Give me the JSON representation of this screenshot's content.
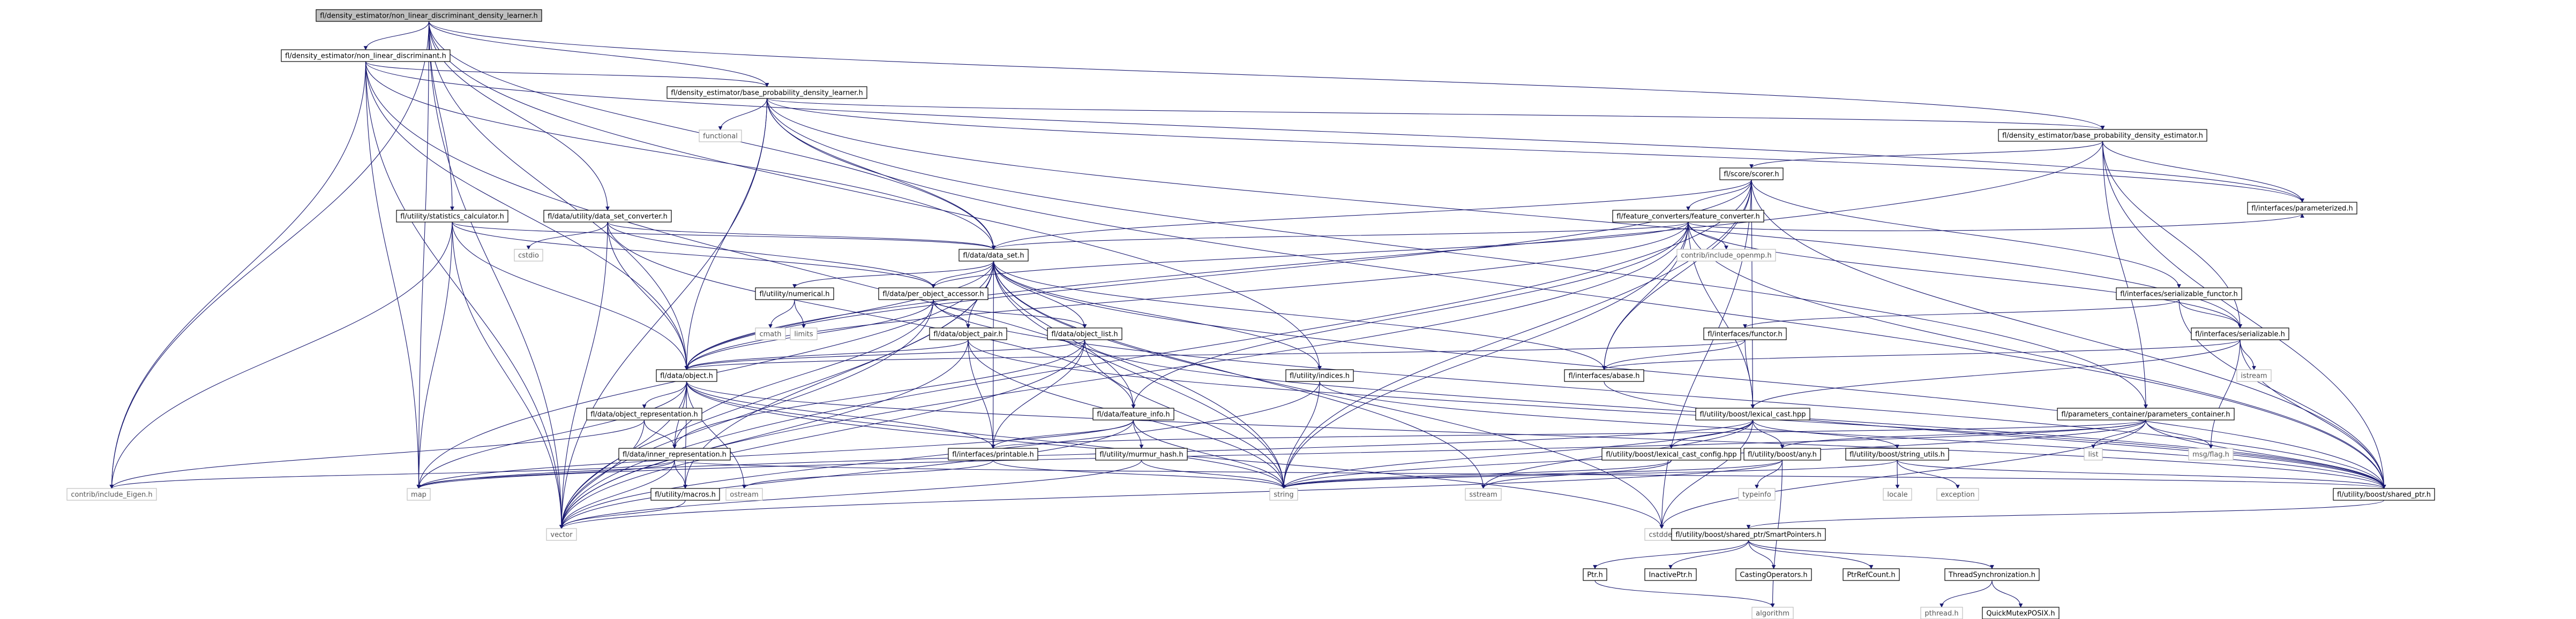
{
  "title": "fl/density_estimator/non_linear_discriminant_density_learner.h",
  "colors": {
    "edge": "#191970",
    "root_fill": "#bfbfbf",
    "node_border": "#000000",
    "external_border": "#bfbfbf"
  },
  "nodes": [
    {
      "id": "root",
      "label": "fl/density_estimator/non_linear_discriminant_density_learner.h",
      "kind": "root"
    },
    {
      "id": "nld",
      "label": "fl/density_estimator/non_linear_discriminant.h",
      "kind": "file"
    },
    {
      "id": "bpdl",
      "label": "fl/density_estimator/base_probability_density_learner.h",
      "kind": "file"
    },
    {
      "id": "bpde",
      "label": "fl/density_estimator/base_probability_density_estimator.h",
      "kind": "file"
    },
    {
      "id": "functional",
      "label": "functional",
      "kind": "external"
    },
    {
      "id": "scorer",
      "label": "fl/score/scorer.h",
      "kind": "file"
    },
    {
      "id": "statcalc",
      "label": "fl/utility/statistics_calculator.h",
      "kind": "file"
    },
    {
      "id": "dsconv",
      "label": "fl/data/utility/data_set_converter.h",
      "kind": "file"
    },
    {
      "id": "featconv",
      "label": "fl/feature_converters/feature_converter.h",
      "kind": "file"
    },
    {
      "id": "cstdio",
      "label": "cstdio",
      "kind": "external"
    },
    {
      "id": "dataset",
      "label": "fl/data/data_set.h",
      "kind": "file"
    },
    {
      "id": "openmp",
      "label": "contrib/include_openmp.h",
      "kind": "external"
    },
    {
      "id": "parameterized",
      "label": "fl/interfaces/parameterized.h",
      "kind": "file"
    },
    {
      "id": "numerical",
      "label": "fl/utility/numerical.h",
      "kind": "file"
    },
    {
      "id": "peraccessor",
      "label": "fl/data/per_object_accessor.h",
      "kind": "file"
    },
    {
      "id": "serfunctor",
      "label": "fl/interfaces/serializable_functor.h",
      "kind": "file"
    },
    {
      "id": "cmath",
      "label": "cmath",
      "kind": "external"
    },
    {
      "id": "limits",
      "label": "limits",
      "kind": "external"
    },
    {
      "id": "objpair",
      "label": "fl/data/object_pair.h",
      "kind": "file"
    },
    {
      "id": "objlist",
      "label": "fl/data/object_list.h",
      "kind": "file"
    },
    {
      "id": "functor",
      "label": "fl/interfaces/functor.h",
      "kind": "file"
    },
    {
      "id": "serializable",
      "label": "fl/interfaces/serializable.h",
      "kind": "file"
    },
    {
      "id": "object",
      "label": "fl/data/object.h",
      "kind": "file"
    },
    {
      "id": "indices",
      "label": "fl/utility/indices.h",
      "kind": "file"
    },
    {
      "id": "abase",
      "label": "fl/interfaces/abase.h",
      "kind": "file"
    },
    {
      "id": "istream",
      "label": "istream",
      "kind": "external"
    },
    {
      "id": "objrep",
      "label": "fl/data/object_representation.h",
      "kind": "file"
    },
    {
      "id": "featinfo",
      "label": "fl/data/feature_info.h",
      "kind": "file"
    },
    {
      "id": "lexcast",
      "label": "fl/utility/boost/lexical_cast.hpp",
      "kind": "file"
    },
    {
      "id": "paramcont",
      "label": "fl/parameters_container/parameters_container.h",
      "kind": "file"
    },
    {
      "id": "innerrep",
      "label": "fl/data/inner_representation.h",
      "kind": "file"
    },
    {
      "id": "printable",
      "label": "fl/interfaces/printable.h",
      "kind": "file"
    },
    {
      "id": "murmur",
      "label": "fl/utility/murmur_hash.h",
      "kind": "file"
    },
    {
      "id": "lexcfg",
      "label": "fl/utility/boost/lexical_cast_config.hpp",
      "kind": "file"
    },
    {
      "id": "any",
      "label": "fl/utility/boost/any.h",
      "kind": "file"
    },
    {
      "id": "strutils",
      "label": "fl/utility/boost/string_utils.h",
      "kind": "file"
    },
    {
      "id": "list",
      "label": "list",
      "kind": "external"
    },
    {
      "id": "msgflag",
      "label": "msg/flag.h",
      "kind": "external"
    },
    {
      "id": "eigen",
      "label": "contrib/include_Eigen.h",
      "kind": "external"
    },
    {
      "id": "map",
      "label": "map",
      "kind": "external"
    },
    {
      "id": "macros",
      "label": "fl/utility/macros.h",
      "kind": "file"
    },
    {
      "id": "ostream",
      "label": "ostream",
      "kind": "external"
    },
    {
      "id": "string",
      "label": "string",
      "kind": "external"
    },
    {
      "id": "sstream",
      "label": "sstream",
      "kind": "external"
    },
    {
      "id": "typeinfo",
      "label": "typeinfo",
      "kind": "external"
    },
    {
      "id": "locale",
      "label": "locale",
      "kind": "external"
    },
    {
      "id": "exception",
      "label": "exception",
      "kind": "external"
    },
    {
      "id": "sharedptr",
      "label": "fl/utility/boost/shared_ptr.h",
      "kind": "file"
    },
    {
      "id": "vector",
      "label": "vector",
      "kind": "external"
    },
    {
      "id": "cstddef",
      "label": "cstddef",
      "kind": "external"
    },
    {
      "id": "smartptrs",
      "label": "fl/utility/boost/shared_ptr/SmartPointers.h",
      "kind": "file"
    },
    {
      "id": "ptr",
      "label": "Ptr.h",
      "kind": "file"
    },
    {
      "id": "inactiveptr",
      "label": "InactivePtr.h",
      "kind": "file"
    },
    {
      "id": "castingops",
      "label": "CastingOperators.h",
      "kind": "file"
    },
    {
      "id": "ptrrefcount",
      "label": "PtrRefCount.h",
      "kind": "file"
    },
    {
      "id": "threadsync",
      "label": "ThreadSynchronization.h",
      "kind": "file"
    },
    {
      "id": "algorithm",
      "label": "algorithm",
      "kind": "external"
    },
    {
      "id": "pthread",
      "label": "pthread.h",
      "kind": "external"
    },
    {
      "id": "qmposix",
      "label": "QuickMutexPOSIX.h",
      "kind": "file"
    }
  ],
  "edges": [
    [
      "root",
      "nld"
    ],
    [
      "root",
      "bpdl"
    ],
    [
      "root",
      "bpde"
    ],
    [
      "root",
      "statcalc"
    ],
    [
      "root",
      "dsconv"
    ],
    [
      "root",
      "dataset"
    ],
    [
      "root",
      "object"
    ],
    [
      "root",
      "indices"
    ],
    [
      "root",
      "vector"
    ],
    [
      "root",
      "map"
    ],
    [
      "root",
      "eigen"
    ],
    [
      "nld",
      "bpdl"
    ],
    [
      "nld",
      "dataset"
    ],
    [
      "nld",
      "object"
    ],
    [
      "nld",
      "eigen"
    ],
    [
      "nld",
      "vector"
    ],
    [
      "nld",
      "map"
    ],
    [
      "nld",
      "string"
    ],
    [
      "nld",
      "parameterized"
    ],
    [
      "bpdl",
      "bpde"
    ],
    [
      "bpdl",
      "functional"
    ],
    [
      "bpdl",
      "dataset"
    ],
    [
      "bpdl",
      "object"
    ],
    [
      "bpdl",
      "parameterized"
    ],
    [
      "bpdl",
      "serializable"
    ],
    [
      "bpdl",
      "sharedptr"
    ],
    [
      "bpdl",
      "vector"
    ],
    [
      "bpdl",
      "paramcont"
    ],
    [
      "bpde",
      "scorer"
    ],
    [
      "bpde",
      "object"
    ],
    [
      "bpde",
      "parameterized"
    ],
    [
      "bpde",
      "serializable"
    ],
    [
      "bpde",
      "sharedptr"
    ],
    [
      "bpde",
      "paramcont"
    ],
    [
      "scorer",
      "featconv"
    ],
    [
      "scorer",
      "dataset"
    ],
    [
      "scorer",
      "object"
    ],
    [
      "scorer",
      "serfunctor"
    ],
    [
      "scorer",
      "lexcast"
    ],
    [
      "scorer",
      "abase"
    ],
    [
      "scorer",
      "string"
    ],
    [
      "scorer",
      "sharedptr"
    ],
    [
      "scorer",
      "vector"
    ],
    [
      "scorer",
      "cstddef"
    ],
    [
      "statcalc",
      "dataset"
    ],
    [
      "statcalc",
      "peraccessor"
    ],
    [
      "statcalc",
      "object"
    ],
    [
      "statcalc",
      "vector"
    ],
    [
      "statcalc",
      "map"
    ],
    [
      "statcalc",
      "eigen"
    ],
    [
      "dsconv",
      "cstdio"
    ],
    [
      "dsconv",
      "dataset"
    ],
    [
      "dsconv",
      "peraccessor"
    ],
    [
      "dsconv",
      "object"
    ],
    [
      "dsconv",
      "featinfo"
    ],
    [
      "dsconv",
      "vector"
    ],
    [
      "featconv",
      "openmp"
    ],
    [
      "featconv",
      "dataset"
    ],
    [
      "featconv",
      "object"
    ],
    [
      "featconv",
      "parameterized"
    ],
    [
      "featconv",
      "serializable"
    ],
    [
      "featconv",
      "abase"
    ],
    [
      "featconv",
      "lexcast"
    ],
    [
      "featconv",
      "sharedptr"
    ],
    [
      "featconv",
      "string"
    ],
    [
      "featconv",
      "vector"
    ],
    [
      "featconv",
      "peraccessor"
    ],
    [
      "featconv",
      "featinfo"
    ],
    [
      "dataset",
      "numerical"
    ],
    [
      "dataset",
      "peraccessor"
    ],
    [
      "dataset",
      "objpair"
    ],
    [
      "dataset",
      "objlist"
    ],
    [
      "dataset",
      "object"
    ],
    [
      "dataset",
      "indices"
    ],
    [
      "dataset",
      "featinfo"
    ],
    [
      "dataset",
      "printable"
    ],
    [
      "dataset",
      "macros"
    ],
    [
      "dataset",
      "vector"
    ],
    [
      "dataset",
      "string"
    ],
    [
      "dataset",
      "sharedptr"
    ],
    [
      "dataset",
      "sstream"
    ],
    [
      "dataset",
      "abase"
    ],
    [
      "dataset",
      "map"
    ],
    [
      "dataset",
      "cstddef"
    ],
    [
      "numerical",
      "cmath"
    ],
    [
      "numerical",
      "limits"
    ],
    [
      "peraccessor",
      "object"
    ],
    [
      "peraccessor",
      "objpair"
    ],
    [
      "peraccessor",
      "objlist"
    ],
    [
      "peraccessor",
      "vector"
    ],
    [
      "peraccessor",
      "innerrep"
    ],
    [
      "peraccessor",
      "sharedptr"
    ],
    [
      "serfunctor",
      "functor"
    ],
    [
      "serfunctor",
      "serializable"
    ],
    [
      "serfunctor",
      "sharedptr"
    ],
    [
      "objpair",
      "object"
    ],
    [
      "objpair",
      "printable"
    ],
    [
      "objpair",
      "sharedptr"
    ],
    [
      "objpair",
      "vector"
    ],
    [
      "objpair",
      "string"
    ],
    [
      "objlist",
      "object"
    ],
    [
      "objlist",
      "printable"
    ],
    [
      "objlist",
      "innerrep"
    ],
    [
      "objlist",
      "sharedptr"
    ],
    [
      "objlist",
      "string"
    ],
    [
      "objlist",
      "vector"
    ],
    [
      "functor",
      "object"
    ],
    [
      "functor",
      "abase"
    ],
    [
      "functor",
      "lexcast"
    ],
    [
      "serializable",
      "istream"
    ],
    [
      "serializable",
      "msgflag"
    ],
    [
      "serializable",
      "abase"
    ],
    [
      "serializable",
      "sharedptr"
    ],
    [
      "serializable",
      "lexcast"
    ],
    [
      "object",
      "objrep"
    ],
    [
      "object",
      "innerrep"
    ],
    [
      "object",
      "printable"
    ],
    [
      "object",
      "map"
    ],
    [
      "object",
      "vector"
    ],
    [
      "object",
      "string"
    ],
    [
      "object",
      "ostream"
    ],
    [
      "object",
      "macros"
    ],
    [
      "object",
      "sharedptr"
    ],
    [
      "object",
      "cstddef"
    ],
    [
      "indices",
      "vector"
    ],
    [
      "indices",
      "string"
    ],
    [
      "indices",
      "sharedptr"
    ],
    [
      "abase",
      "sharedptr"
    ],
    [
      "objrep",
      "innerrep"
    ],
    [
      "objrep",
      "eigen"
    ],
    [
      "objrep",
      "vector"
    ],
    [
      "featinfo",
      "printable"
    ],
    [
      "featinfo",
      "murmur"
    ],
    [
      "featinfo",
      "string"
    ],
    [
      "featinfo",
      "vector"
    ],
    [
      "featinfo",
      "map"
    ],
    [
      "lexcast",
      "lexcfg"
    ],
    [
      "lexcast",
      "any"
    ],
    [
      "lexcast",
      "strutils"
    ],
    [
      "lexcast",
      "string"
    ],
    [
      "lexcast",
      "sstream"
    ],
    [
      "lexcast",
      "cstddef"
    ],
    [
      "lexcast",
      "map"
    ],
    [
      "paramcont",
      "list"
    ],
    [
      "paramcont",
      "msgflag"
    ],
    [
      "paramcont",
      "any"
    ],
    [
      "paramcont",
      "sharedptr"
    ],
    [
      "paramcont",
      "printable"
    ],
    [
      "paramcont",
      "string"
    ],
    [
      "paramcont",
      "map"
    ],
    [
      "paramcont",
      "cstddef"
    ],
    [
      "innerrep",
      "macros"
    ],
    [
      "innerrep",
      "vector"
    ],
    [
      "innerrep",
      "eigen"
    ],
    [
      "innerrep",
      "map"
    ],
    [
      "innerrep",
      "sharedptr"
    ],
    [
      "printable",
      "ostream"
    ],
    [
      "printable",
      "string"
    ],
    [
      "murmur",
      "string"
    ],
    [
      "murmur",
      "vector"
    ],
    [
      "lexcfg",
      "string"
    ],
    [
      "lexcfg",
      "sstream"
    ],
    [
      "any",
      "typeinfo"
    ],
    [
      "any",
      "algorithm"
    ],
    [
      "any",
      "string"
    ],
    [
      "any",
      "vector"
    ],
    [
      "strutils",
      "locale"
    ],
    [
      "strutils",
      "exception"
    ],
    [
      "strutils",
      "string"
    ],
    [
      "strutils",
      "sharedptr"
    ],
    [
      "macros",
      "vector"
    ],
    [
      "sharedptr",
      "smartptrs"
    ],
    [
      "smartptrs",
      "ptr"
    ],
    [
      "smartptrs",
      "inactiveptr"
    ],
    [
      "smartptrs",
      "castingops"
    ],
    [
      "smartptrs",
      "ptrrefcount"
    ],
    [
      "smartptrs",
      "threadsync"
    ],
    [
      "ptr",
      "algorithm"
    ],
    [
      "threadsync",
      "pthread"
    ],
    [
      "threadsync",
      "qmposix"
    ]
  ]
}
